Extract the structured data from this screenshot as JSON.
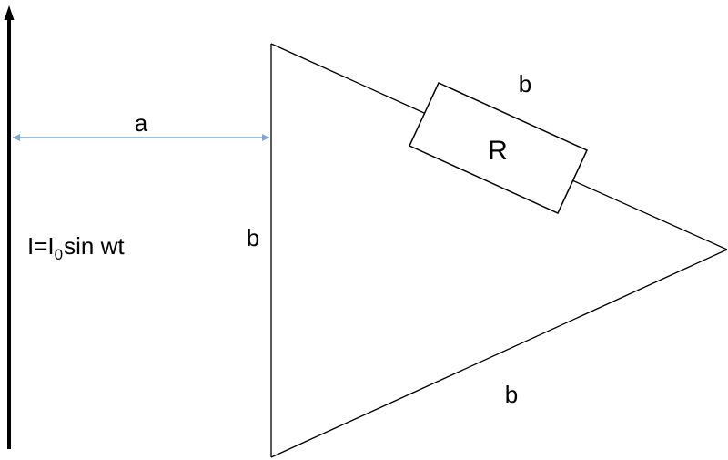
{
  "diagram": {
    "colors": {
      "wire": "#000000",
      "dimension_arrow": "#7EA6D4",
      "background": "#ffffff"
    },
    "labels": {
      "distance": "a",
      "side_left": "b",
      "side_top": "b",
      "side_bottom": "b",
      "resistor": "R",
      "current_main": "I=I",
      "current_sub": "0",
      "current_tail": "sin wt"
    },
    "icons": {
      "wire_arrow": "arrow-up-icon"
    }
  }
}
